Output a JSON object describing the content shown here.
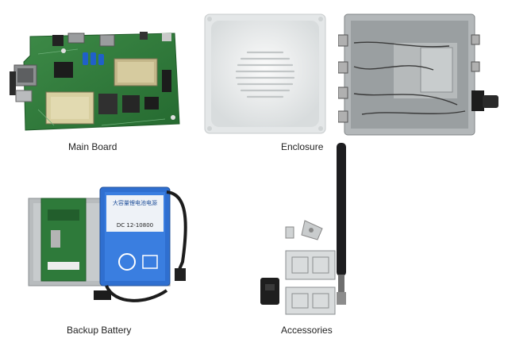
{
  "captions": {
    "main_board": "Main Board",
    "enclosure": "Enclosure",
    "backup_battery": "Backup Battery",
    "accessories": "Accessories"
  },
  "battery_label": {
    "title": "大容量锂电池电源",
    "voltage": "DC 12-10800"
  },
  "colors": {
    "pcb_green": "#2e7a3a",
    "battery_blue": "#2f6fd0",
    "enclosure_white": "#eceeee",
    "metal_gray": "#a9adaf",
    "antenna_black": "#1d1d1f"
  },
  "icons": {
    "pcb": "circuit-board-photo",
    "enclosure_front": "radome-photo",
    "enclosure_back": "open-enclosure-photo",
    "battery": "battery-pack-photo",
    "antenna": "antenna-photo",
    "brackets": "mounting-bracket-photo"
  }
}
